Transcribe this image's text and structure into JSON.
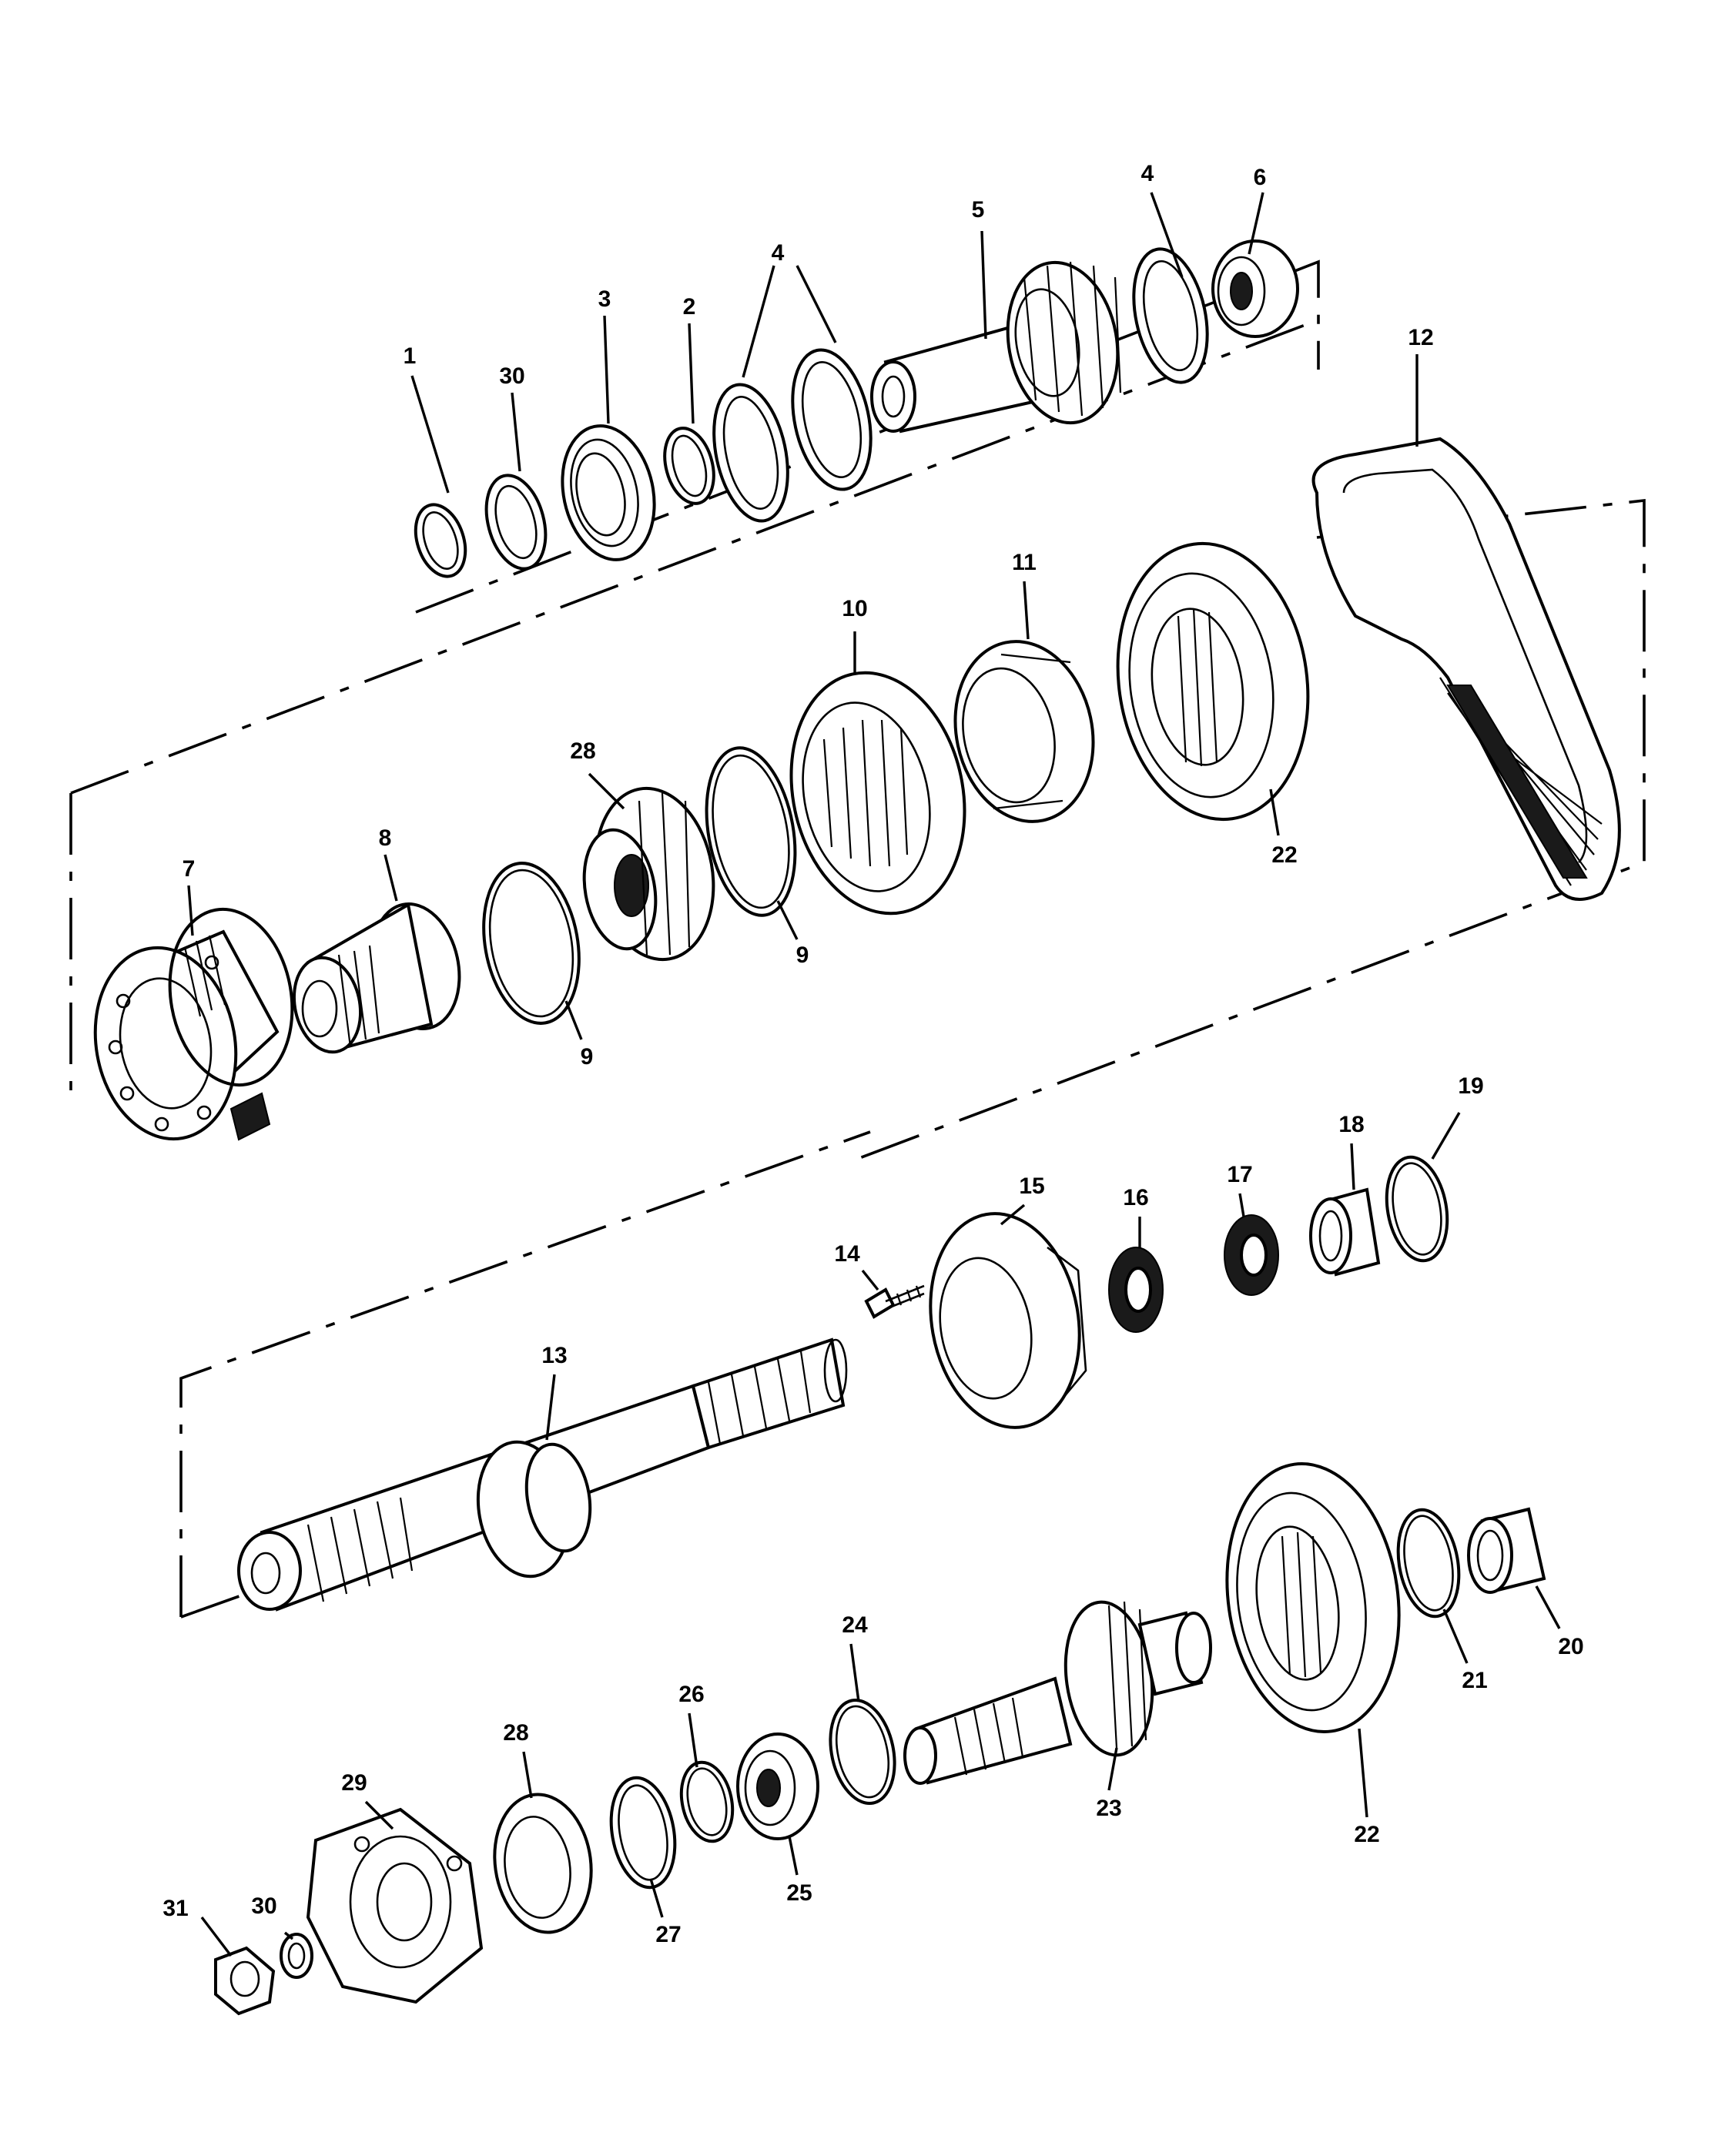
{
  "diagram": {
    "callouts": [
      {
        "id": "c1",
        "label": "1"
      },
      {
        "id": "c30a",
        "label": "30"
      },
      {
        "id": "c3",
        "label": "3"
      },
      {
        "id": "c2",
        "label": "2"
      },
      {
        "id": "c4a",
        "label": "4"
      },
      {
        "id": "c5",
        "label": "5"
      },
      {
        "id": "c4b",
        "label": "4"
      },
      {
        "id": "c6",
        "label": "6"
      },
      {
        "id": "c12",
        "label": "12"
      },
      {
        "id": "c7",
        "label": "7"
      },
      {
        "id": "c8",
        "label": "8"
      },
      {
        "id": "c9a",
        "label": "9"
      },
      {
        "id": "c28a",
        "label": "28"
      },
      {
        "id": "c9b",
        "label": "9"
      },
      {
        "id": "c10",
        "label": "10"
      },
      {
        "id": "c11",
        "label": "11"
      },
      {
        "id": "c22a",
        "label": "22"
      },
      {
        "id": "c19",
        "label": "19"
      },
      {
        "id": "c18",
        "label": "18"
      },
      {
        "id": "c17",
        "label": "17"
      },
      {
        "id": "c16",
        "label": "16"
      },
      {
        "id": "c15",
        "label": "15"
      },
      {
        "id": "c14",
        "label": "14"
      },
      {
        "id": "c13",
        "label": "13"
      },
      {
        "id": "c24",
        "label": "24"
      },
      {
        "id": "c26",
        "label": "26"
      },
      {
        "id": "c28b",
        "label": "28"
      },
      {
        "id": "c29",
        "label": "29"
      },
      {
        "id": "c30b",
        "label": "30"
      },
      {
        "id": "c31",
        "label": "31"
      },
      {
        "id": "c27",
        "label": "27"
      },
      {
        "id": "c25",
        "label": "25"
      },
      {
        "id": "c23",
        "label": "23"
      },
      {
        "id": "c22b",
        "label": "22"
      },
      {
        "id": "c21",
        "label": "21"
      },
      {
        "id": "c20",
        "label": "20"
      }
    ]
  }
}
